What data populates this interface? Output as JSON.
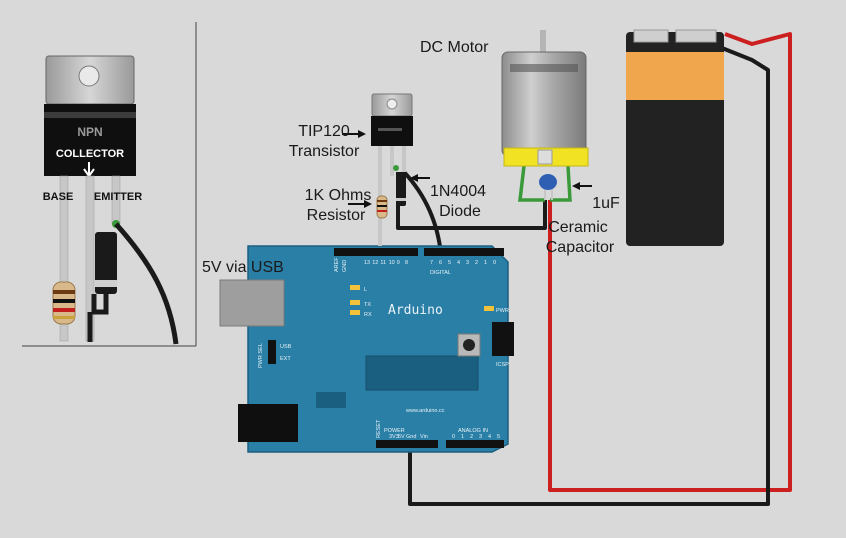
{
  "labels": {
    "dc_motor": "DC Motor",
    "tip120_line1": "TIP120",
    "tip120_line2": "Transistor",
    "resistor_line1": "1K Ohms",
    "resistor_line2": "Resistor",
    "diode_line1": "1N4004",
    "diode_line2": "Diode",
    "capacitor_line1": "1uF",
    "capacitor_line2": "Ceramic",
    "capacitor_line3": "Capacitor",
    "usb": "5V via USB"
  },
  "inset": {
    "npn": "NPN",
    "collector": "COLLECTOR",
    "base": "BASE",
    "emitter": "EMITTER"
  },
  "board": {
    "name": "Arduino",
    "url": "www.arduino.cc",
    "digital": "DIGITAL",
    "power": "POWER",
    "analog_in": "ANALOG IN",
    "icsp": "ICSP",
    "pwr": "PWR",
    "usb": "USB",
    "ext": "EXT",
    "pwr_sel": "PWR SEL",
    "aref": "AREF",
    "gnd": "GND",
    "reset": "RESET",
    "led_l": "L",
    "led_tx": "TX",
    "led_rx": "RX",
    "v33": "3V3",
    "v5": "5V",
    "gnd2": "Gnd",
    "vin": "Vin",
    "digital_pins": [
      "13",
      "12",
      "11",
      "10",
      "9",
      "8",
      "7",
      "6",
      "5",
      "4",
      "3",
      "2",
      "1",
      "0"
    ],
    "analog_pins": [
      "0",
      "1",
      "2",
      "3",
      "4",
      "5"
    ]
  },
  "colors": {
    "background": "#d9d9d9",
    "board": "#2a7fa6",
    "wire_black": "#1a1a1a",
    "wire_red": "#cc1f1f",
    "battery_orange": "#f0a64c",
    "battery_body": "#222222",
    "motor_yellow": "#f1e324"
  }
}
